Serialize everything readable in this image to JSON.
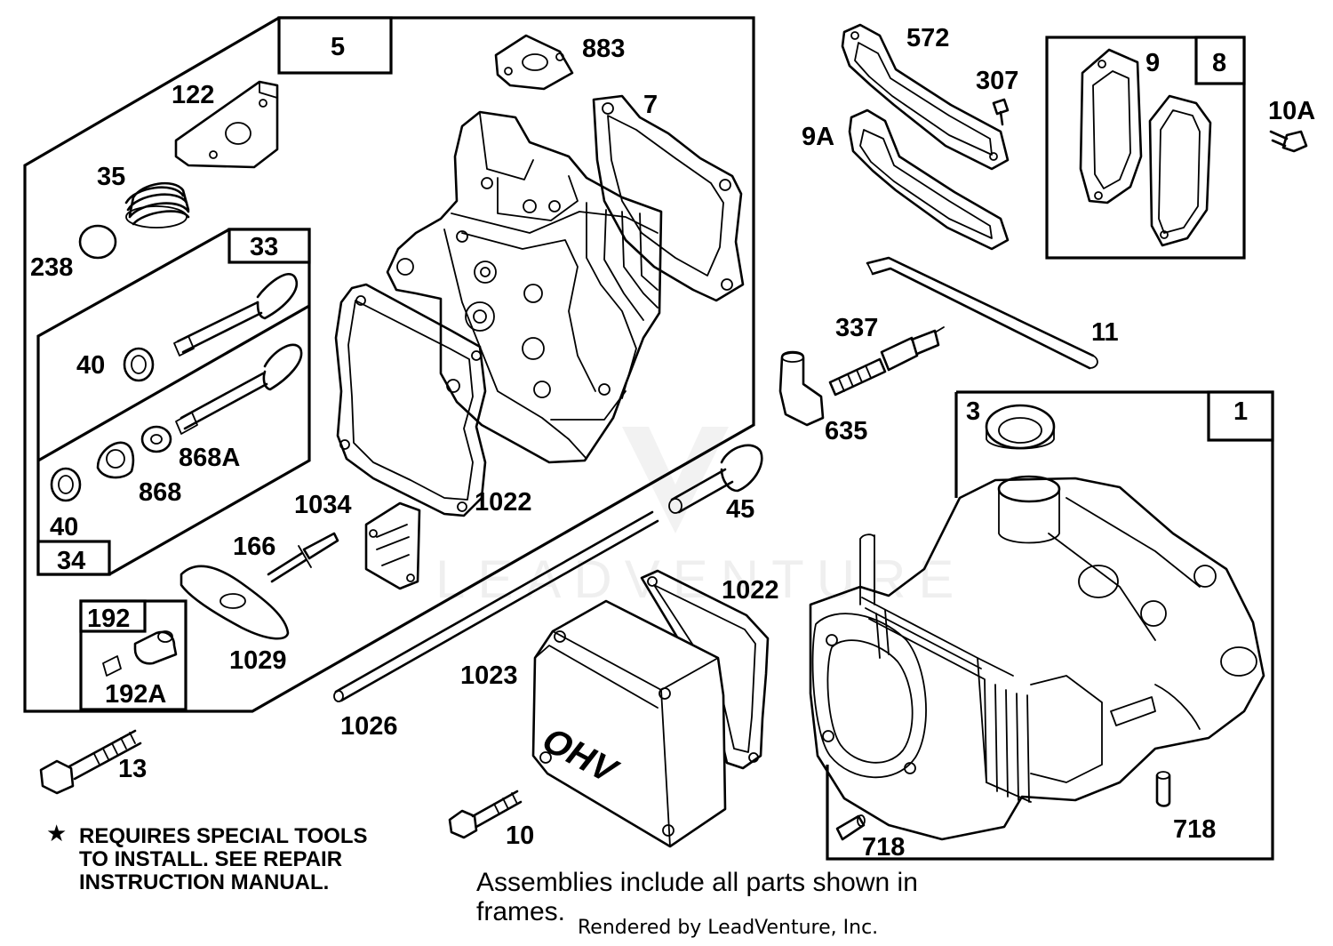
{
  "diagram": {
    "callouts": {
      "p5": "5",
      "p883": "883",
      "p7": "7",
      "p122": "122",
      "p35": "35",
      "p238": "238",
      "p33": "33",
      "p40a": "40",
      "p868A": "868A",
      "p868": "868",
      "p40b": "40",
      "p34": "34",
      "p1034": "1034",
      "p1022a": "1022",
      "p166": "166",
      "p1029": "1029",
      "p192": "192",
      "p192A": "192A",
      "p13": "13",
      "p572": "572",
      "p307": "307",
      "p9A": "9A",
      "p9": "9",
      "p8": "8",
      "p10A": "10A",
      "p337": "337",
      "p11": "11",
      "p635": "635",
      "p45": "45",
      "p3": "3",
      "p1": "1",
      "p1022b": "1022",
      "p1023": "1023",
      "p1026": "1026",
      "p10": "10",
      "p718a": "718",
      "p718b": "718"
    },
    "cover_text": "OHV",
    "note": {
      "star": "★",
      "line1": "REQUIRES SPECIAL TOOLS",
      "line2": "TO INSTALL.  SEE REPAIR",
      "line3": "INSTRUCTION MANUAL."
    },
    "footer": {
      "line1": "Assemblies include all parts shown in",
      "line2": "frames."
    },
    "rendered_by": "Rendered by LeadVenture, Inc.",
    "watermark": "LEADVENTURE"
  }
}
